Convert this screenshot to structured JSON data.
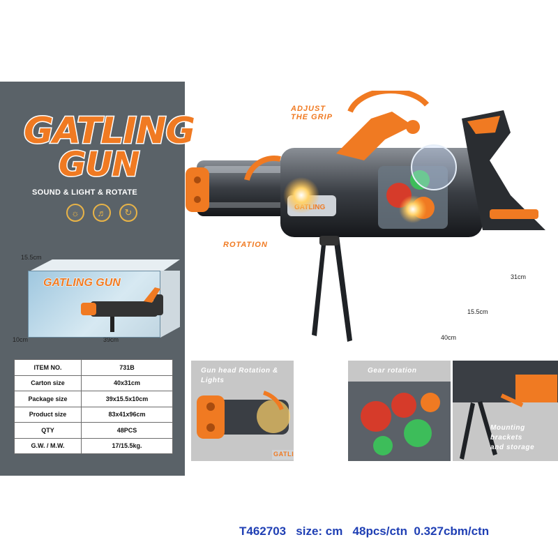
{
  "product": {
    "title_line1": "GATLING",
    "title_line2": "GUN",
    "tagline": "SOUND & LIGHT & ROTATE",
    "feature_icons": [
      "light-bulb-icon",
      "speaker-icon",
      "rotate-icon"
    ]
  },
  "package_dims": {
    "height": "15.5cm",
    "depth": "10cm",
    "width": "39cm"
  },
  "box_mini_title": "GATLING GUN",
  "specs": [
    {
      "key": "ITEM NO.",
      "value": "731B"
    },
    {
      "key": "Carton size",
      "value": "40x31cm"
    },
    {
      "key": "Package size",
      "value": "39x15.5x10cm"
    },
    {
      "key": "Product size",
      "value": "83x41x96cm"
    },
    {
      "key": "QTY",
      "value": "48PCS"
    },
    {
      "key": "G.W. / M.W.",
      "value": "17/15.5kg."
    }
  ],
  "gun": {
    "label_grip": "ADJUST\nTHE GRIP",
    "label_rotation": "ROTATION",
    "barrel_text": "GATLING",
    "dims": {
      "height": "31cm",
      "depth": "15.5cm",
      "width": "40cm"
    }
  },
  "insets": [
    {
      "caption": "Gun head Rotation & Lights",
      "barrel_text": "GATLING"
    },
    {
      "caption": "Gear rotation"
    },
    {
      "caption": "Mounting\nbrackets\nand storage"
    }
  ],
  "footer": "T462703   size: cm   48pcs/ctn  0.327cbm/ctn",
  "colors": {
    "accent": "#f07a22",
    "panel": "#5a6268",
    "footer_blue": "#1f3fb4"
  }
}
